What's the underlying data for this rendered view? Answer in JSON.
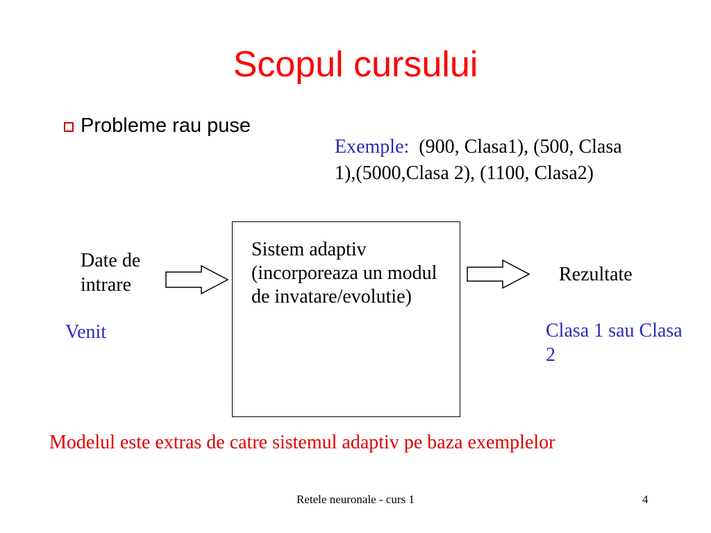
{
  "slide": {
    "title": "Scopul cursului",
    "bullet": "Probleme rau puse",
    "examples": {
      "label": "Exemple:",
      "text": "(900, Clasa1), (500, Clasa 1),(5000,Clasa 2), (1100, Clasa2)"
    },
    "diagram": {
      "input_label": "Date de intrare",
      "input_example": "Venit",
      "system_label": "Sistem adaptiv (incorporeaza un modul de invatare/evolutie)",
      "output_label": "Rezultate",
      "output_example": "Clasa 1 sau Clasa 2"
    },
    "conclusion": "Modelul este extras de catre sistemul adaptiv pe baza exemplelor",
    "footer": {
      "course": "Retele neuronale - curs 1",
      "page_number": "4"
    }
  },
  "colors": {
    "title": "#ff0000",
    "bullet_marker": "#cc0000",
    "example_label": "#2b2bb8",
    "example_text": "#000000",
    "input_example": "#2b2bb8",
    "output_example": "#2b2bb8",
    "conclusion": "#e00000"
  },
  "icons": {
    "bullet": "hollow-square-icon",
    "arrows": "block-arrow-right-icon"
  }
}
